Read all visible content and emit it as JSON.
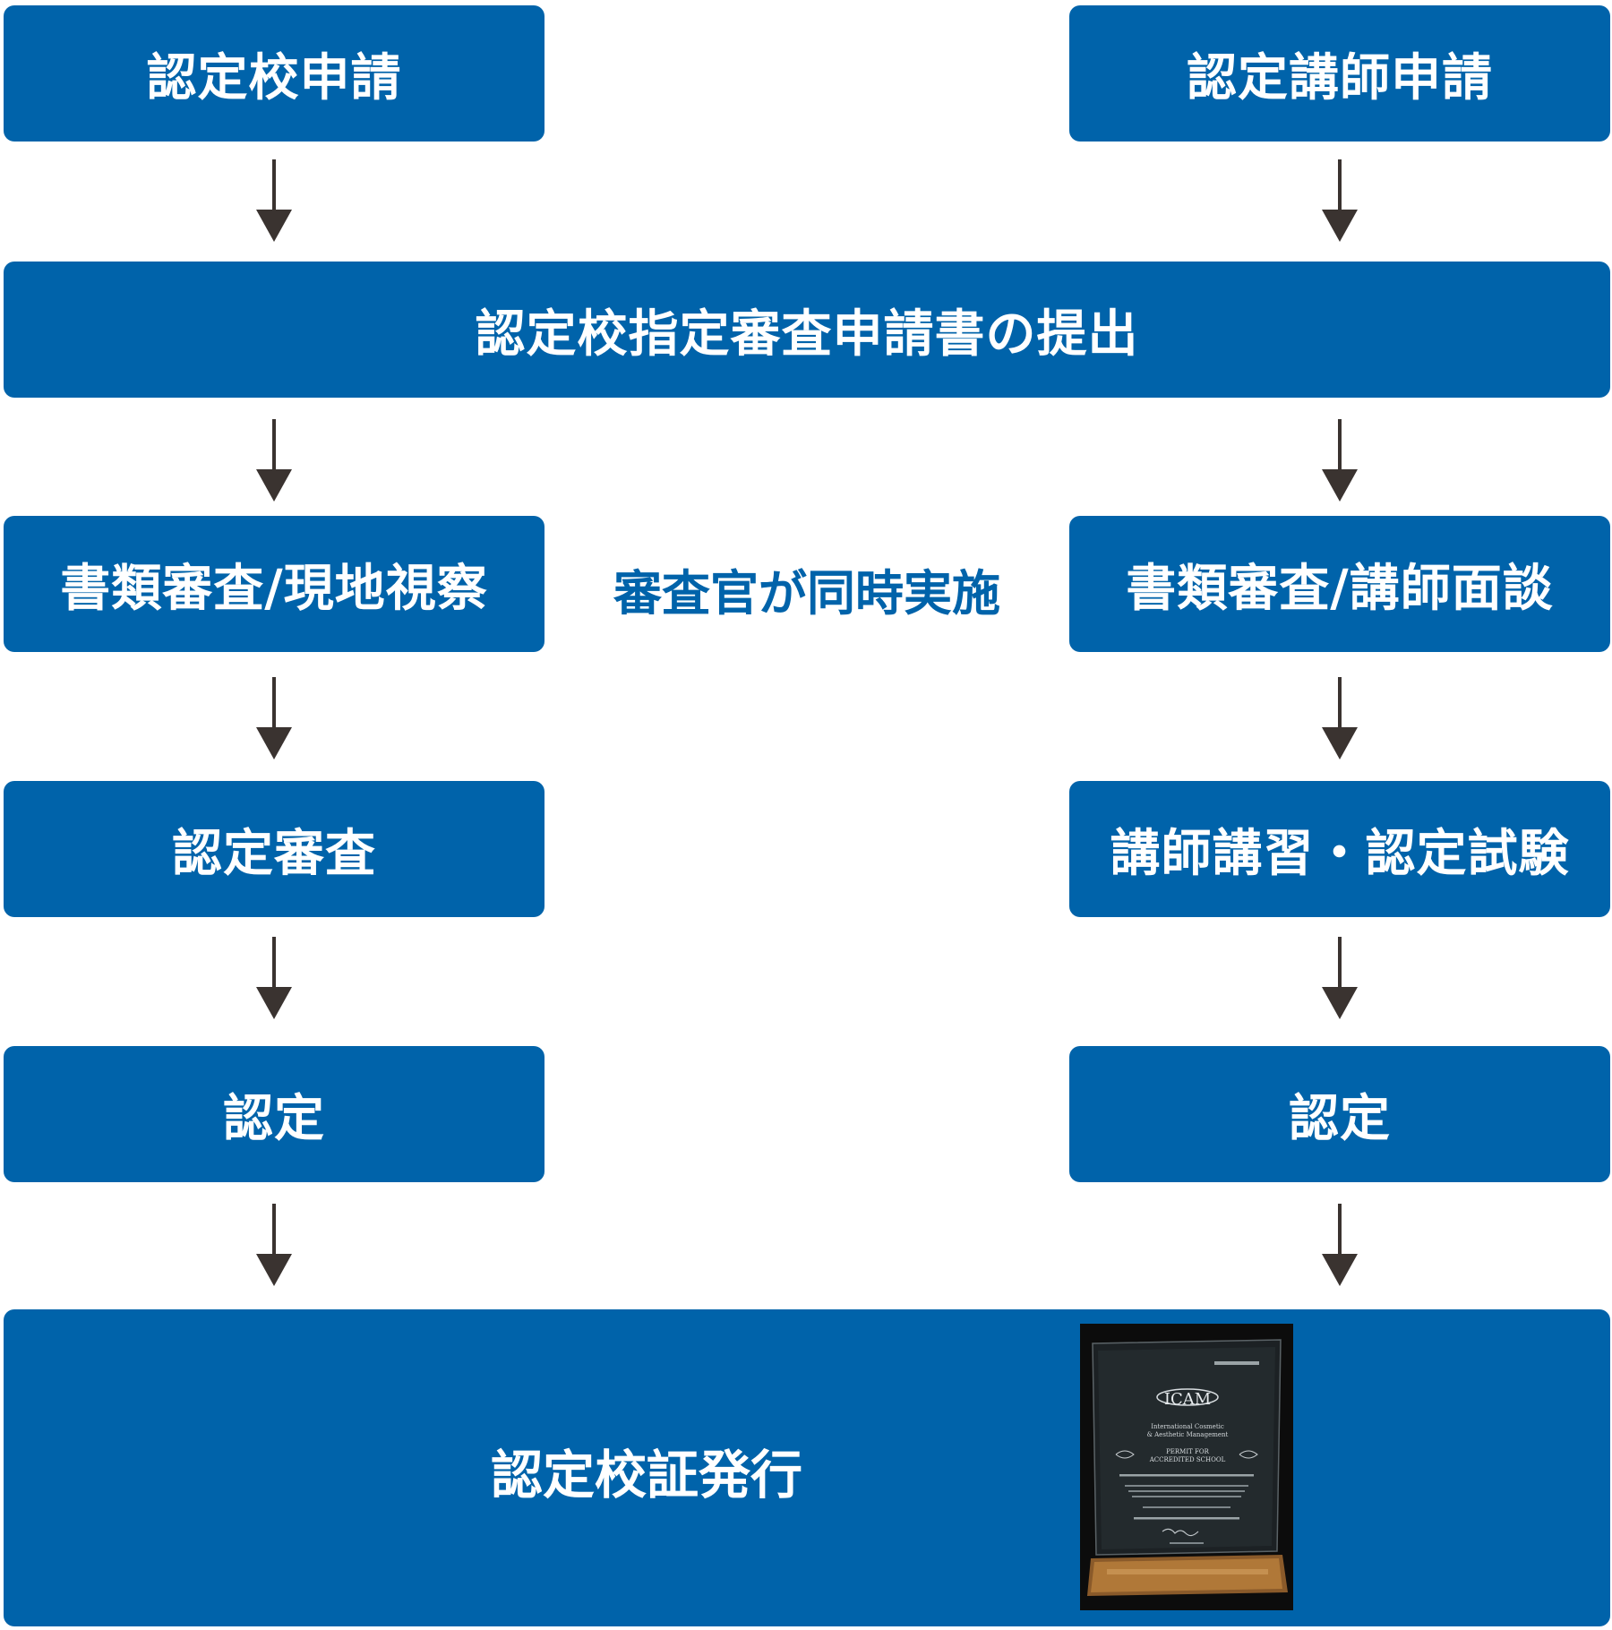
{
  "flow": {
    "school_apply": "認定校申請",
    "instructor_apply": "認定講師申請",
    "submission": "認定校指定審査申請書の提出",
    "school_review": "書類審査/現地視察",
    "simultaneous_note": "審査官が同時実施",
    "instructor_review": "書類審査/講師面談",
    "school_exam": "認定審査",
    "instructor_exam": "講師講習・認定試験",
    "school_cert": "認定",
    "instructor_cert": "認定",
    "issue": "認定校証発行"
  },
  "plaque": {
    "logo": "ICAM",
    "org_line1": "International Cosmetic",
    "org_line2": "& Aesthetic Management",
    "title_line1": "PERMIT FOR",
    "title_line2": "ACCREDITED SCHOOL"
  },
  "colors": {
    "box": "#0063aa",
    "arrow": "#3a3330",
    "note": "#0063aa"
  }
}
